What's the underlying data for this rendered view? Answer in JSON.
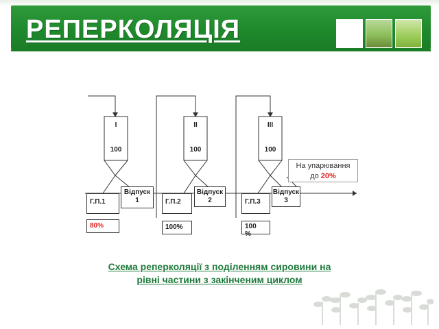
{
  "slide": {
    "title": "РЕПЕРКОЛЯЦІЯ",
    "theme_color": "#1f8a2c",
    "accent_red": "#e02020",
    "caption_color": "#1f7a3c"
  },
  "diagram": {
    "columns": [
      {
        "roman": "I",
        "value": "100",
        "gp": "Г.П.1",
        "otpusk_line1": "Відпуск",
        "otpusk_line2": "1",
        "percent": "80%"
      },
      {
        "roman": "II",
        "value": "100",
        "gp": "Г.П.2",
        "otpusk_line1": "Відпуск",
        "otpusk_line2": "2",
        "percent": "100%"
      },
      {
        "roman": "III",
        "value": "100",
        "gp": "Г.П.3",
        "otpusk_line1": "Відпуск",
        "otpusk_line2": "3",
        "percent_line1": "100",
        "percent_line2": "%"
      }
    ],
    "note_line1": "На упарювання",
    "note_prefix": "до ",
    "note_value": "20%"
  },
  "caption": {
    "line1": "Схема реперколяції з поділенням сировини на",
    "line2": "рівні частини з закінченим циклом"
  }
}
